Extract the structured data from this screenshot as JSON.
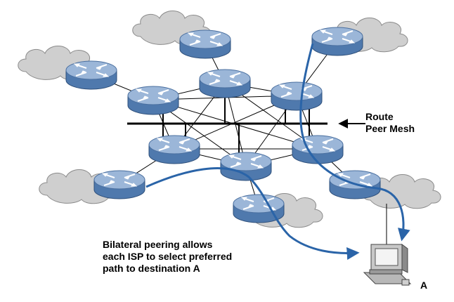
{
  "labels": {
    "route_peer_mesh_line1": "Route",
    "route_peer_mesh_line2": "Peer Mesh",
    "caption_line1": "Bilateral peering allows",
    "caption_line2": "each ISP to select preferred",
    "caption_line3": "path to destination A",
    "destination": "A"
  },
  "icons": {
    "router": "router-icon",
    "cloud": "cloud-icon",
    "computer": "computer-icon",
    "route_server": "route-peer-mesh-bar"
  },
  "colors": {
    "router_top": "#9bb6d8",
    "router_side": "#4f79ad",
    "cloud": "#cfcfcf",
    "path": "#2a64a8"
  }
}
